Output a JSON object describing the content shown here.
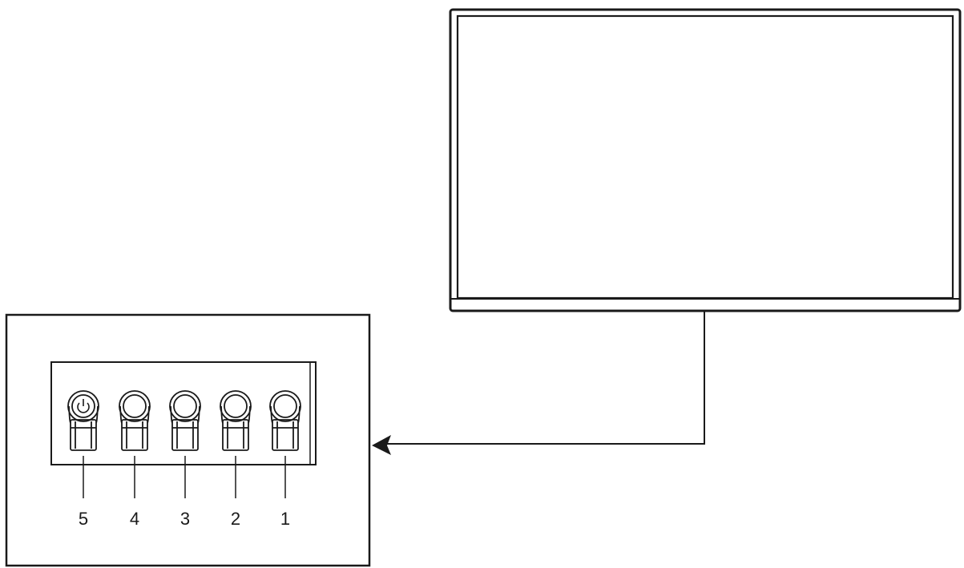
{
  "diagram": {
    "stroke_color": "#1a1a1a",
    "background": "#ffffff",
    "monitor": {
      "name": "monitor"
    },
    "arrow": {
      "name": "arrow"
    },
    "control_panel": {
      "buttons": [
        {
          "label": "5",
          "icon": "power-icon"
        },
        {
          "label": "4",
          "icon": ""
        },
        {
          "label": "3",
          "icon": ""
        },
        {
          "label": "2",
          "icon": ""
        },
        {
          "label": "1",
          "icon": ""
        }
      ]
    }
  }
}
